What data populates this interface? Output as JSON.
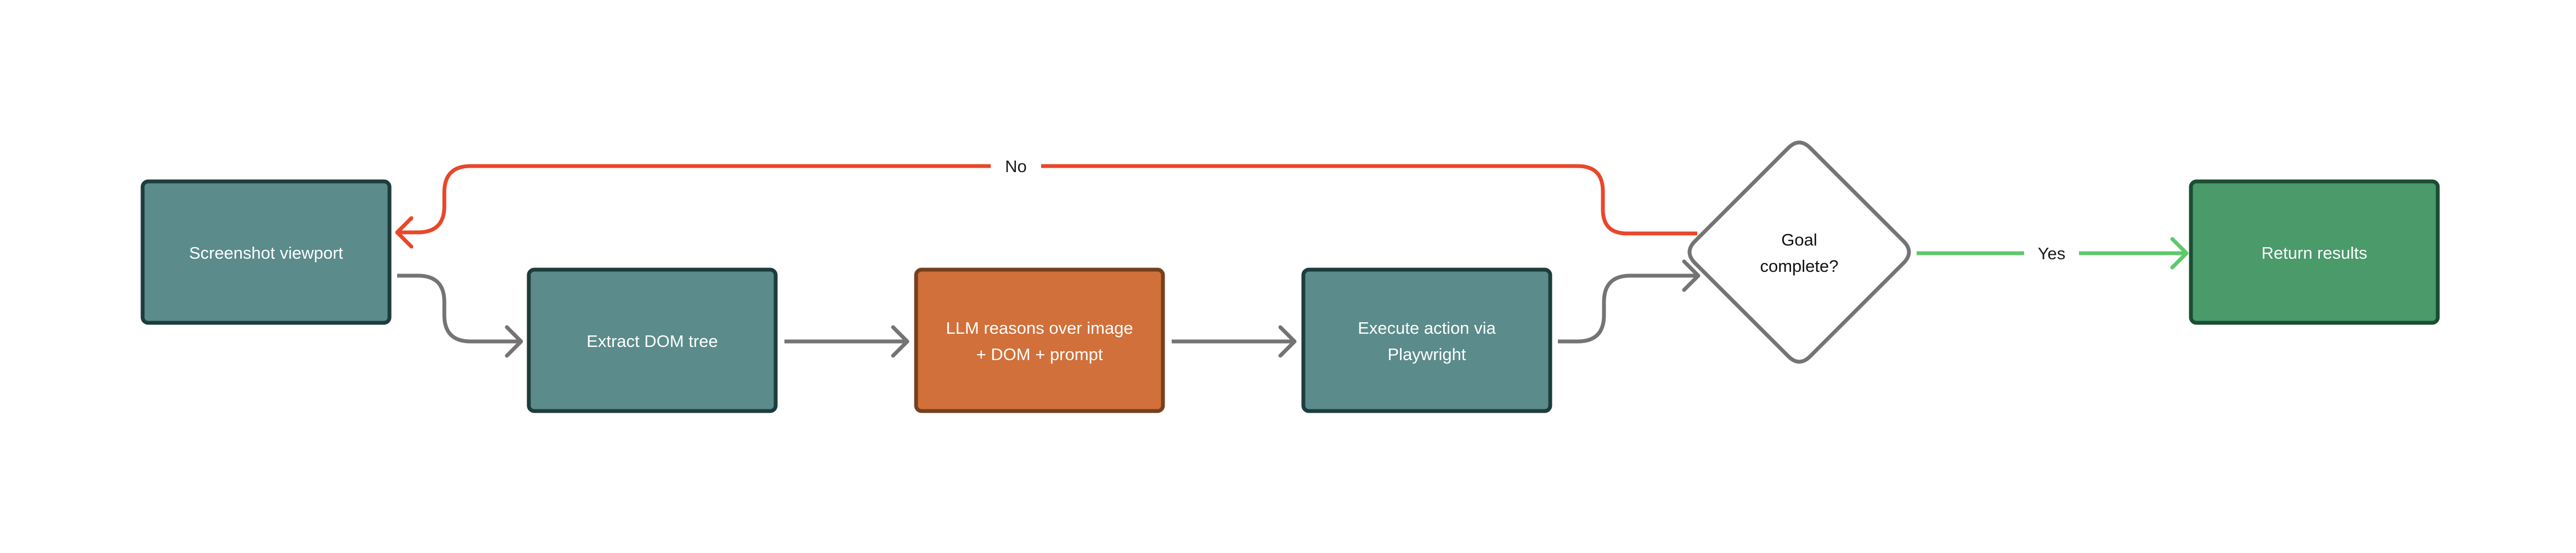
{
  "colors": {
    "process_fill": "#5b8b8b",
    "process_stroke": "#1e3c3c",
    "llm_fill": "#d1703a",
    "llm_stroke": "#74401f",
    "result_fill": "#4a9a6a",
    "result_stroke": "#1b4d33",
    "decision_stroke": "#747474",
    "edge_gray": "#747474",
    "edge_no": "#e8472a",
    "edge_yes": "#5ec96a"
  },
  "nodes": {
    "screenshot": {
      "line1": "Screenshot viewport"
    },
    "extract": {
      "line1": "Extract DOM tree"
    },
    "llm": {
      "line1": "LLM reasons over image",
      "line2": "+ DOM + prompt"
    },
    "execute": {
      "line1": "Execute action via",
      "line2": "Playwright"
    },
    "goal": {
      "line1": "Goal",
      "line2": "complete?"
    },
    "result": {
      "line1": "Return results"
    }
  },
  "edges": {
    "no_label": "No",
    "yes_label": "Yes"
  }
}
